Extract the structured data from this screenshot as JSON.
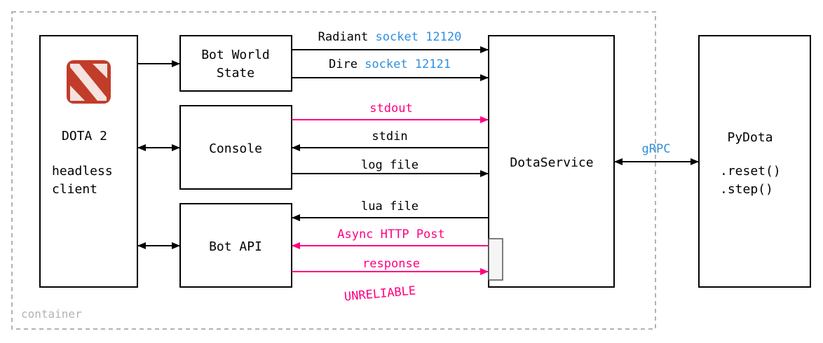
{
  "container": {
    "label": "container"
  },
  "nodes": {
    "dota": {
      "line1": "DOTA 2",
      "line2": "headless",
      "line3": "client",
      "logo_icon": "dota2-logo-icon"
    },
    "bot_world_state": {
      "line1": "Bot World",
      "line2": "State"
    },
    "console": {
      "label": "Console"
    },
    "bot_api": {
      "label": "Bot API"
    },
    "dotaservice": {
      "label": "DotaService"
    },
    "pydota": {
      "title": "PyDota",
      "method1": ".reset()",
      "method2": ".step()"
    }
  },
  "edges": {
    "radiant": {
      "prefix": "Radiant ",
      "socket": "socket 12120"
    },
    "dire": {
      "prefix": "Dire ",
      "socket": "socket 12121"
    },
    "stdout": "stdout",
    "stdin": "stdin",
    "log_file": "log file",
    "lua_file": "lua file",
    "async_post": "Async HTTP Post",
    "response": "response",
    "unreliable": "UNRELIABLE",
    "grpc": "gRPC"
  },
  "colors": {
    "accent_pink": "#ff0080",
    "accent_blue": "#2f8fe0",
    "container_border": "#b3b3b3",
    "logo_red": "#c23c2a"
  }
}
